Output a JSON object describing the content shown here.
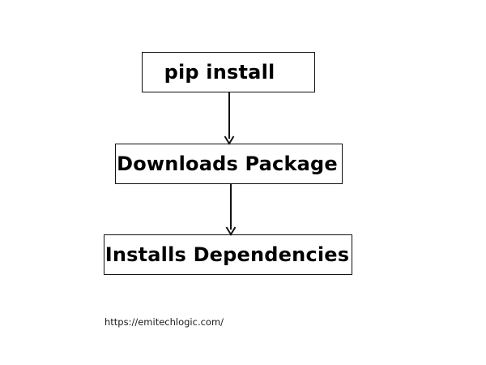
{
  "flowchart": {
    "nodes": [
      {
        "label": "pip install"
      },
      {
        "label": "Downloads Package"
      },
      {
        "label": "Installs Dependencies"
      }
    ]
  },
  "footer": {
    "url": "https://emitechlogic.com/"
  },
  "colors": {
    "stroke": "#111111",
    "text": "#000000",
    "background": "#ffffff"
  }
}
